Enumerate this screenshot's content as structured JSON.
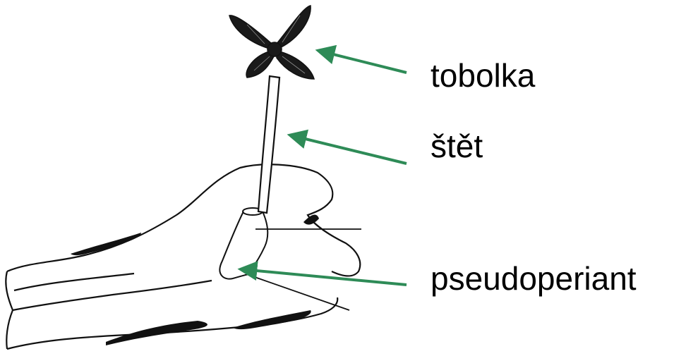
{
  "labels": {
    "capsule": "tobolka",
    "seta": "štět",
    "pseudoperianth": "pseudoperiant"
  },
  "colors": {
    "arrow": "#2e8b57",
    "ink": "#111111",
    "background": "#ffffff"
  }
}
